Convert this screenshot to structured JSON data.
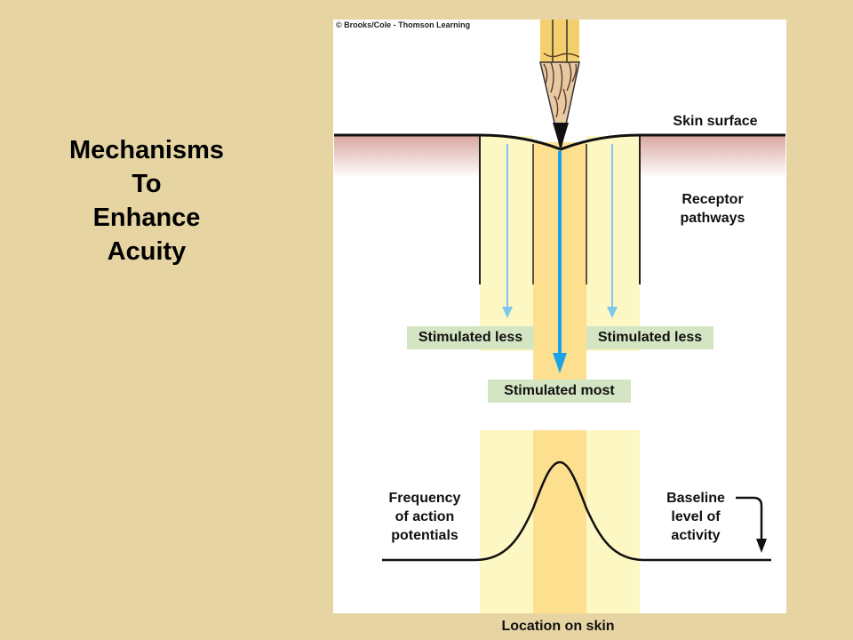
{
  "title": {
    "lines": [
      "Mechanisms",
      "To",
      "Enhance",
      "Acuity"
    ]
  },
  "copyright": "© Brooks/Cole - Thomson Learning",
  "labels": {
    "skin_surface": "Skin surface",
    "receptor_line1": "Receptor",
    "receptor_line2": "pathways",
    "stimulated_less_left": "Stimulated less",
    "stimulated_less_right": "Stimulated less",
    "stimulated_most": "Stimulated most",
    "frequency_line1": "Frequency",
    "frequency_line2": "of action",
    "frequency_line3": "potentials",
    "baseline_line1": "Baseline",
    "baseline_line2": "level of",
    "baseline_line3": "activity",
    "location": "Location on skin"
  },
  "colors": {
    "background": "#e6d5a3",
    "panel": "#ffffff",
    "skin_tissue": "#d9a8a0",
    "outer_pathway": "#fdf7c4",
    "center_pathway": "#fde08f",
    "arrow_strong": "#1aa3e8",
    "arrow_weak": "#7cc8ee",
    "label_box": "#d4e5c4"
  },
  "icons": [
    "pencil-icon"
  ]
}
